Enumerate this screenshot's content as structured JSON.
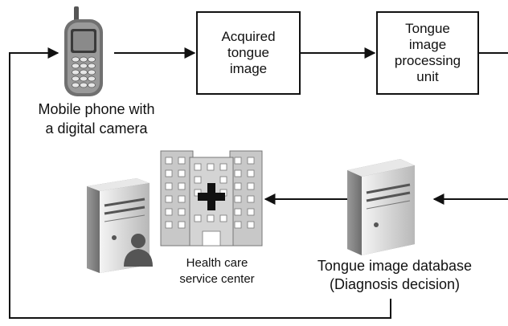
{
  "diagram": {
    "nodes": {
      "acquired_image": "Acquired\ntongue\nimage",
      "processing_unit": "Tongue\nimage\nprocessing\nunit",
      "mobile_phone": "Mobile phone with\na digital camera",
      "health_center": "Health care\nservice center",
      "database": "Tongue image database\n(Diagnosis decision)"
    },
    "icons": [
      "mobile-phone-icon",
      "hospital-building-icon",
      "server-icon",
      "person-icon",
      "server-icon"
    ],
    "colors": {
      "line": "#111111",
      "building": "#c8c8c8",
      "server": "#dcdcdc"
    }
  }
}
